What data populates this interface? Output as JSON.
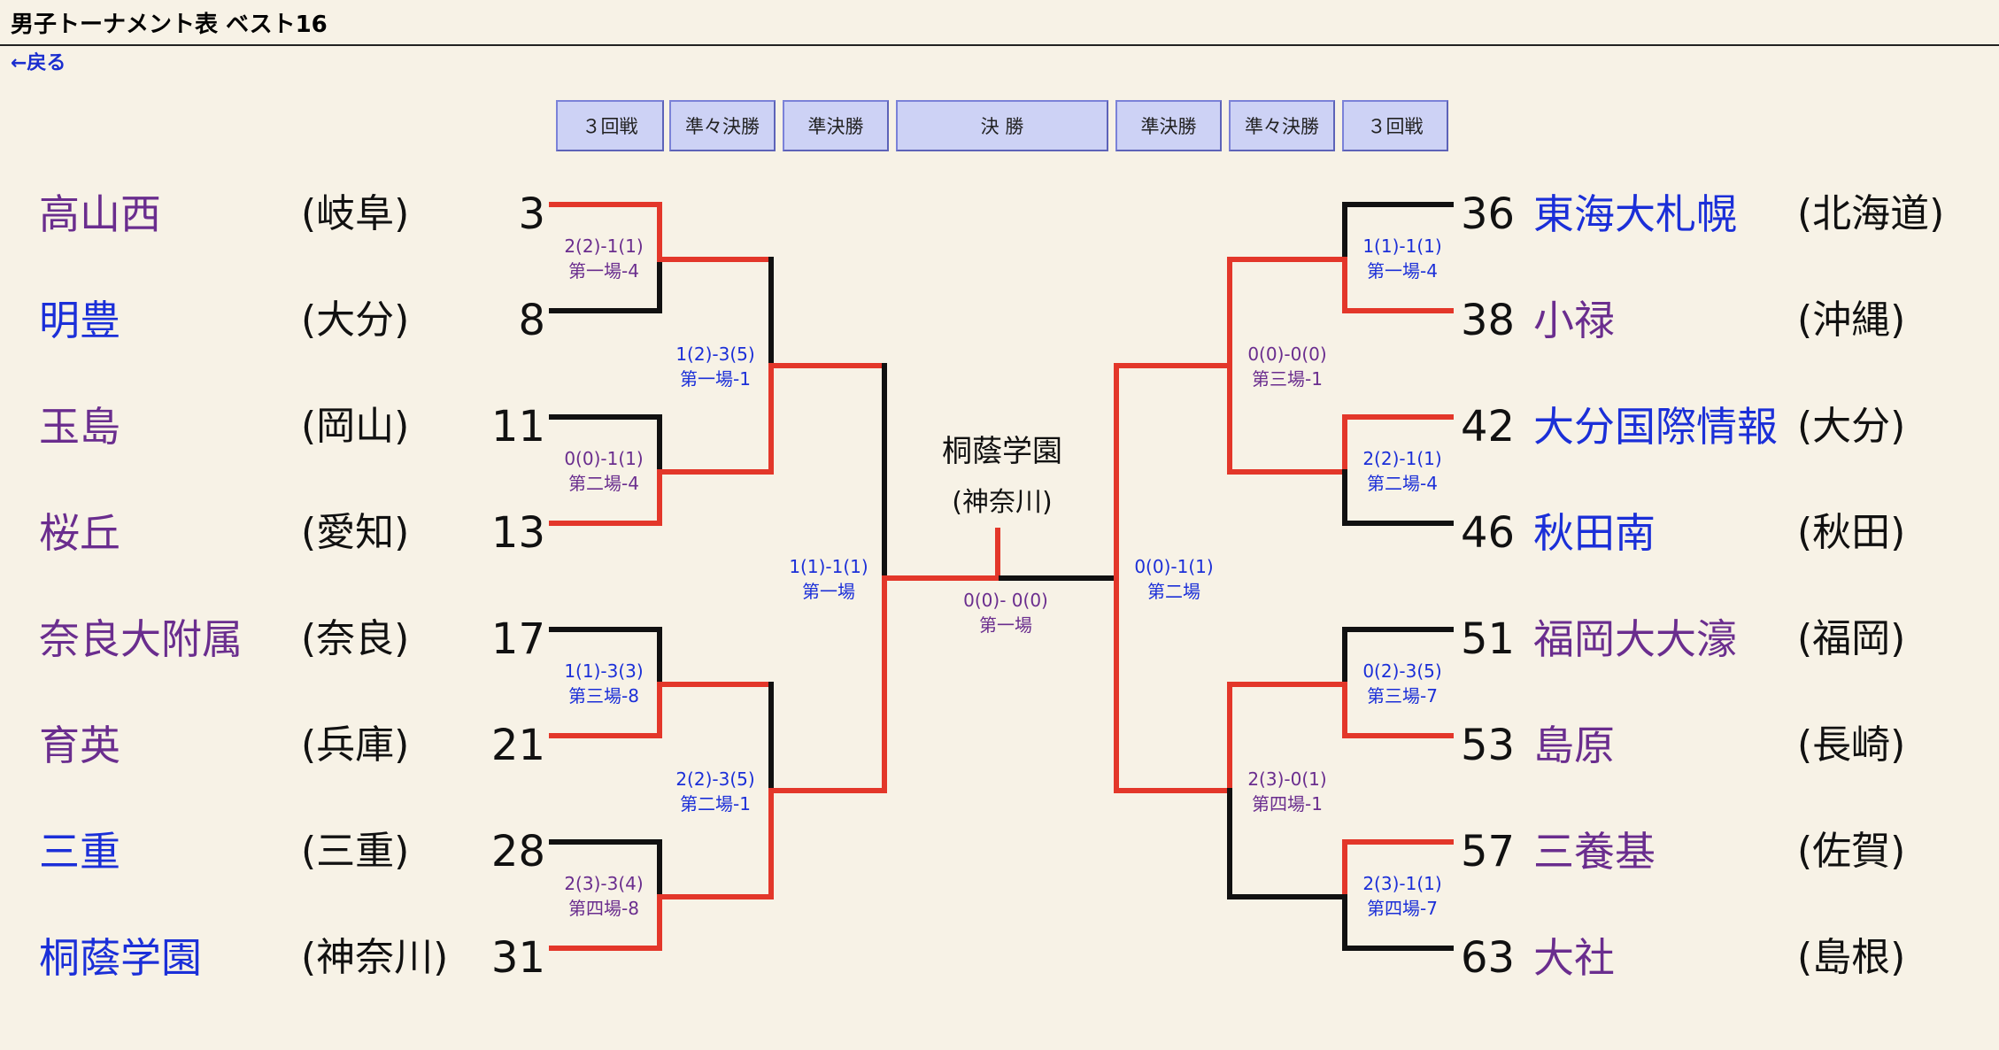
{
  "page": {
    "title": "男子トーナメント表 ベスト16",
    "back_label": "←戻る"
  },
  "rounds": [
    "３回戦",
    "準々決勝",
    "準決勝",
    "決 勝",
    "準決勝",
    "準々決勝",
    "３回戦"
  ],
  "left_teams": [
    {
      "name": "高山西",
      "pref": "(岐阜)",
      "seed": "3"
    },
    {
      "name": "明豊",
      "pref": "(大分)",
      "seed": "8"
    },
    {
      "name": "玉島",
      "pref": "(岡山)",
      "seed": "11"
    },
    {
      "name": "桜丘",
      "pref": "(愛知)",
      "seed": "13"
    },
    {
      "name": "奈良大附属",
      "pref": "(奈良)",
      "seed": "17"
    },
    {
      "name": "育英",
      "pref": "(兵庫)",
      "seed": "21"
    },
    {
      "name": "三重",
      "pref": "(三重)",
      "seed": "28"
    },
    {
      "name": "桐蔭学園",
      "pref": "(神奈川)",
      "seed": "31"
    }
  ],
  "right_teams": [
    {
      "name": "東海大札幌",
      "pref": "(北海道)",
      "seed": "36"
    },
    {
      "name": "小禄",
      "pref": "(沖縄)",
      "seed": "38"
    },
    {
      "name": "大分国際情報",
      "pref": "(大分)",
      "seed": "42"
    },
    {
      "name": "秋田南",
      "pref": "(秋田)",
      "seed": "46"
    },
    {
      "name": "福岡大大濠",
      "pref": "(福岡)",
      "seed": "51"
    },
    {
      "name": "島原",
      "pref": "(長崎)",
      "seed": "53"
    },
    {
      "name": "三養基",
      "pref": "(佐賀)",
      "seed": "57"
    },
    {
      "name": "大社",
      "pref": "(島根)",
      "seed": "63"
    }
  ],
  "scores": {
    "l_r16_1": {
      "score": "2(2)-1(1)",
      "venue": "第一場-4"
    },
    "l_r16_2": {
      "score": "0(0)-1(1)",
      "venue": "第二場-4"
    },
    "l_r16_3": {
      "score": "1(1)-3(3)",
      "venue": "第三場-8"
    },
    "l_r16_4": {
      "score": "2(3)-3(4)",
      "venue": "第四場-8"
    },
    "l_qf_1": {
      "score": "1(2)-3(5)",
      "venue": "第一場-1"
    },
    "l_qf_2": {
      "score": "2(2)-3(5)",
      "venue": "第二場-1"
    },
    "l_sf": {
      "score": "1(1)-1(1)",
      "venue": "第一場"
    },
    "final": {
      "score": "0(0)- 0(0)",
      "venue": "第一場"
    },
    "r_sf": {
      "score": "0(0)-1(1)",
      "venue": "第二場"
    },
    "r_qf_1": {
      "score": "0(0)-0(0)",
      "venue": "第三場-1"
    },
    "r_qf_2": {
      "score": "2(3)-0(1)",
      "venue": "第四場-1"
    },
    "r_r16_1": {
      "score": "1(1)-1(1)",
      "venue": "第一場-4"
    },
    "r_r16_2": {
      "score": "2(2)-1(1)",
      "venue": "第二場-4"
    },
    "r_r16_3": {
      "score": "0(2)-3(5)",
      "venue": "第三場-7"
    },
    "r_r16_4": {
      "score": "2(3)-1(1)",
      "venue": "第四場-7"
    }
  },
  "champion": {
    "name": "桐蔭学園",
    "pref": "(神奈川)"
  },
  "colors": {
    "background": "#f7f2e6",
    "winner_line": "#e3372a",
    "loser_line": "#111111",
    "link_blue": "#1b2fd8",
    "visited_purple": "#6a2d8e",
    "tab_bg": "#cdd2f5"
  }
}
